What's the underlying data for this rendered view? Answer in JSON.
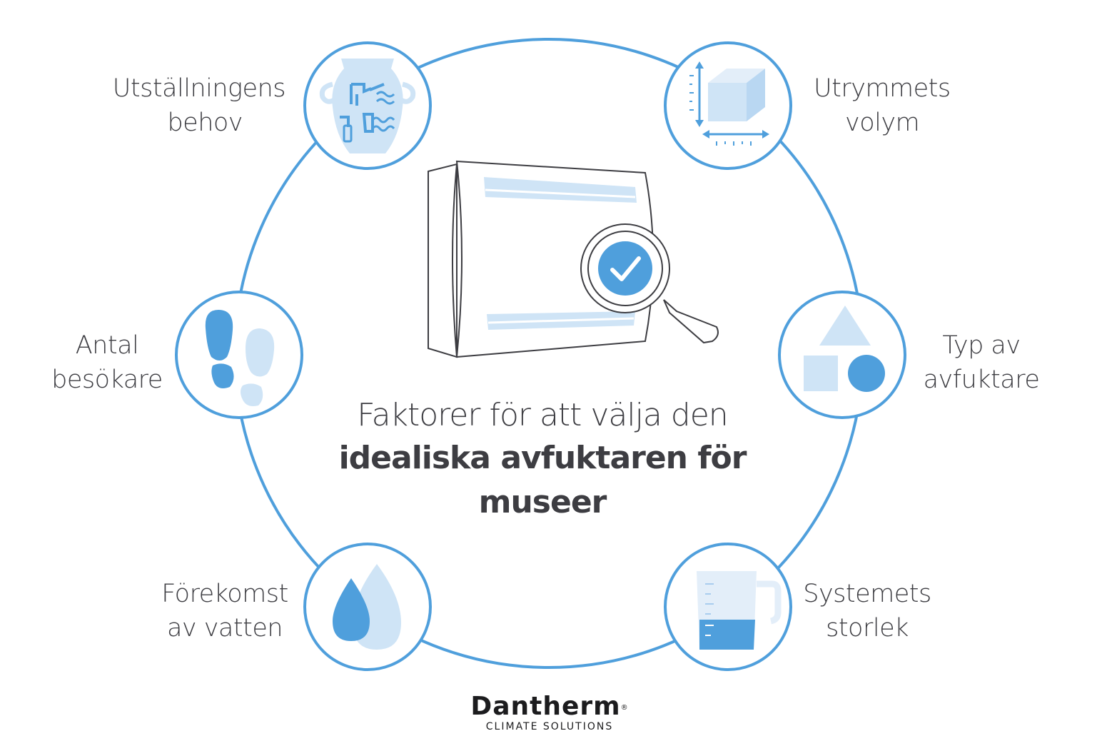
{
  "title": {
    "line1": "Faktorer för att välja den",
    "line2": "idealiska avfuktaren för",
    "line3": "museer"
  },
  "factors": [
    {
      "id": "exhibition",
      "line1": "Utställningens",
      "line2": "behov",
      "icon": "vase-icon"
    },
    {
      "id": "volume",
      "line1": "Utrymmets",
      "line2": "volym",
      "icon": "cube-volume-icon"
    },
    {
      "id": "visitors",
      "line1": "Antal",
      "line2": "besökare",
      "icon": "footprints-icon"
    },
    {
      "id": "type",
      "line1": "Typ av",
      "line2": "avfuktare",
      "icon": "shapes-icon"
    },
    {
      "id": "water",
      "line1": "Förekomst",
      "line2": "av vatten",
      "icon": "water-drops-icon"
    },
    {
      "id": "size",
      "line1": "Systemets",
      "line2": "storlek",
      "icon": "measuring-jug-icon"
    }
  ],
  "logo": {
    "brand": "Dantherm",
    "registered": "®",
    "tagline": "CLIMATE SOLUTIONS"
  },
  "colors": {
    "accent": "#4f9fdc",
    "light_blue": "#cfe4f6",
    "mid_blue": "#a9cdee",
    "text": "#3d3d42"
  }
}
